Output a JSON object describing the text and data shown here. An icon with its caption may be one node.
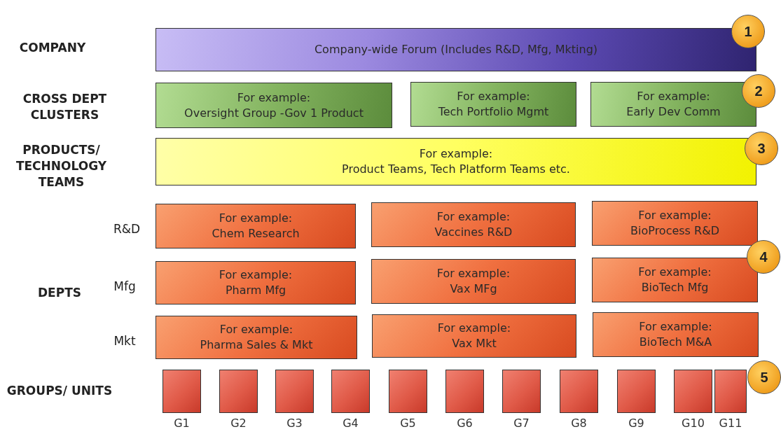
{
  "diagram": {
    "nodes": [
      {
        "text": [
          "Company-wide Forum (Includes R&D, Mfg, Mkting)"
        ]
      },
      {
        "text": [
          "1"
        ]
      },
      {
        "text": [
          "For example:",
          "Oversight Group -Gov 1   Product"
        ]
      },
      {
        "text": [
          "For example:",
          "Tech Portfolio Mgmt"
        ]
      },
      {
        "text": [
          "For example:",
          "Early Dev Comm"
        ]
      },
      {
        "text": [
          "2"
        ]
      },
      {
        "text": [
          "For example:",
          "Product Teams, Tech Platform Teams etc."
        ]
      },
      {
        "text": [
          "3"
        ]
      },
      {
        "text": [
          "For example:",
          "Chem Research"
        ]
      },
      {
        "text": [
          "For example:",
          "Vaccines R&D"
        ]
      },
      {
        "text": [
          "For example:",
          "BioProcess R&D"
        ]
      },
      {
        "text": [
          "4"
        ]
      },
      {
        "text": [
          "For example:",
          "Pharm Mfg"
        ]
      },
      {
        "text": [
          "For example:",
          "Vax MFg"
        ]
      },
      {
        "text": [
          "For example:",
          "BioTech Mfg"
        ]
      },
      {
        "text": [
          "For example:",
          "Pharma Sales & Mkt"
        ]
      },
      {
        "text": [
          "For example:",
          "Vax Mkt"
        ]
      },
      {
        "text": [
          "For example:",
          "BioTech M&A"
        ]
      },
      {
        "text": [
          "5"
        ]
      },
      {
        "text": [],
        "shape": "box",
        "beside": [
          "G1"
        ]
      },
      {
        "text": [],
        "shape": "box",
        "beside": [
          "G2"
        ]
      },
      {
        "text": [],
        "shape": "box",
        "beside": [
          "G3"
        ]
      },
      {
        "text": [],
        "shape": "box",
        "beside": [
          "G4"
        ]
      },
      {
        "text": [],
        "shape": "box",
        "beside": [
          "G5"
        ]
      },
      {
        "text": [],
        "shape": "box",
        "beside": [
          "G6"
        ]
      },
      {
        "text": [],
        "shape": "box",
        "beside": [
          "G7"
        ]
      },
      {
        "text": [],
        "shape": "box",
        "beside": [
          "G8"
        ]
      },
      {
        "text": [],
        "shape": "box",
        "beside": [
          "G9"
        ]
      },
      {
        "text": [],
        "shape": "box",
        "beside": [
          "G10"
        ]
      },
      {
        "text": [],
        "shape": "box",
        "beside": [
          "G11"
        ]
      }
    ],
    "labels": [
      "COMPANY",
      "CROSS DEPT CLUSTERS",
      "PRODUCTS/ TECHNOLOGY TEAMS",
      "R&D",
      "DEPTS",
      "Mfg",
      "Mkt",
      "GROUPS/ UNITS"
    ]
  }
}
